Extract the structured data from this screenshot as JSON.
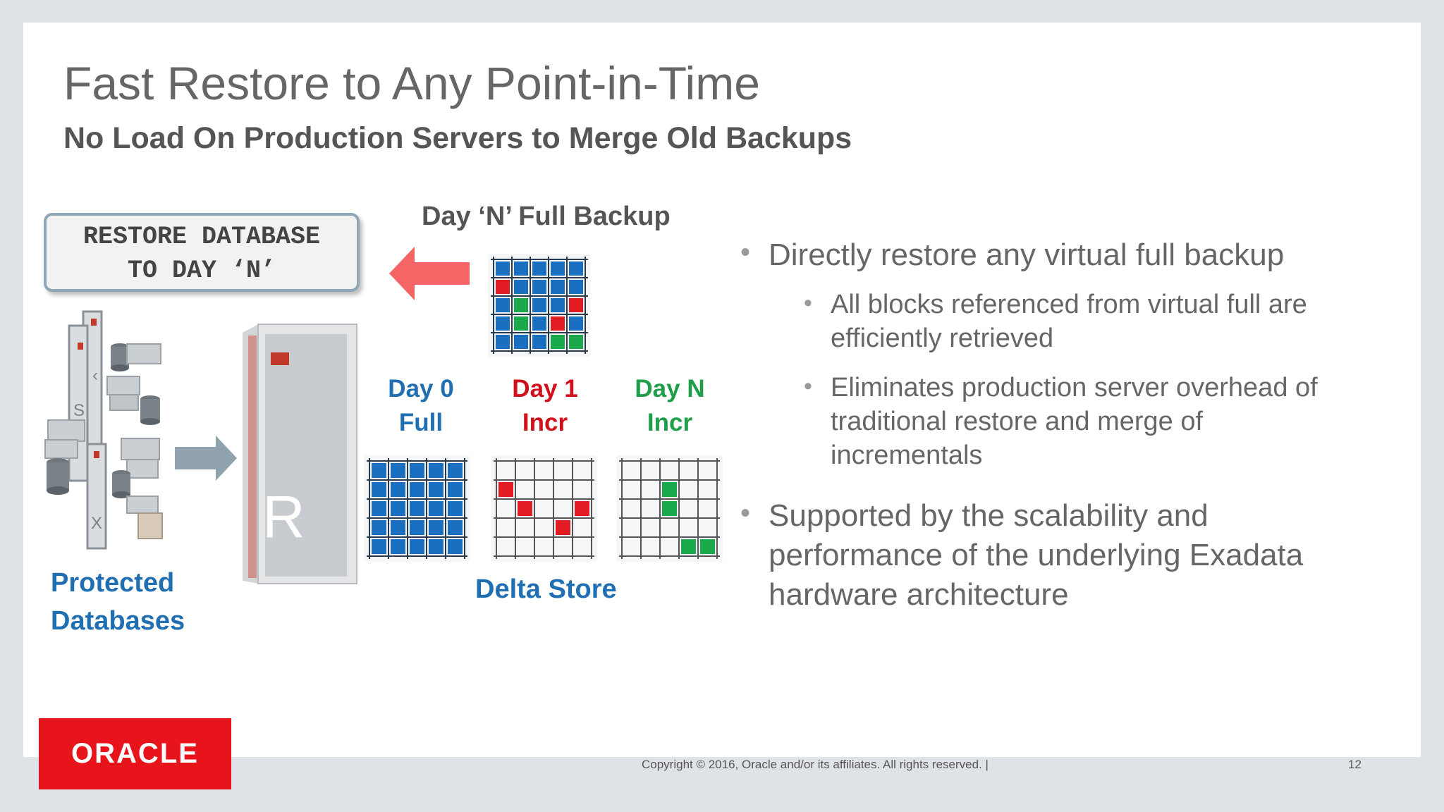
{
  "slide": {
    "title": "Fast Restore to Any Point-in-Time",
    "subtitle": "No Load On Production Servers to Merge Old Backups"
  },
  "diagram": {
    "restore_box": {
      "line1": "RESTORE DATABASE",
      "line2": "TO DAY ‘N’"
    },
    "day_n_full_label": "Day ‘N’ Full Backup",
    "protected": {
      "line1": "Protected",
      "line2": "Databases"
    },
    "delta_store_label": "Delta Store",
    "appliance_letter": "R",
    "server_letters": [
      "S",
      "X"
    ],
    "days": [
      {
        "line1": "Day 0",
        "line2": "Full",
        "color": "#1f6fb2"
      },
      {
        "line1": "Day 1",
        "line2": "Incr",
        "color": "#d0111b"
      },
      {
        "line1": "Day N",
        "line2": "Incr",
        "color": "#1f9e4a"
      }
    ],
    "colors": {
      "blue": "#1a6fc0",
      "red": "#e31b23",
      "green": "#1aaa4b",
      "arrow_red": "#f56565",
      "arrow_gray": "#8fa2ad"
    }
  },
  "bullets": {
    "b1": "Directly restore any virtual full backup",
    "b1_sub1_line1": "All blocks referenced from virtual full are",
    "b1_sub1_line2": "efficiently retrieved",
    "b1_sub2_line1": "Eliminates production server overhead of",
    "b1_sub2_line2": "traditional restore and merge of",
    "b1_sub2_line3": "incrementals",
    "b2_line1": "Supported by the scalability and",
    "b2_line2": "performance of the underlying Exadata",
    "b2_line3": "hardware architecture"
  },
  "footer": {
    "logo": "ORACLE",
    "copyright": "Copyright © 2016, Oracle and/or its affiliates. All rights reserved.  |",
    "page": "12"
  }
}
